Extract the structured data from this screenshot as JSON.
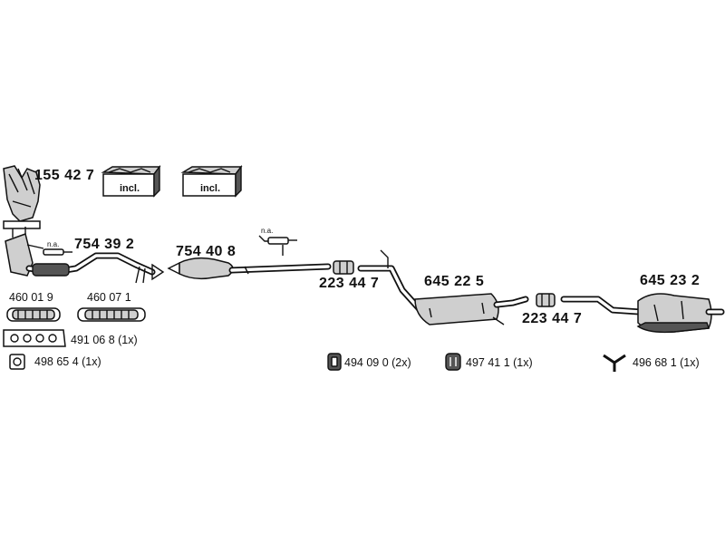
{
  "parts": {
    "manifold": "155 42 7",
    "catalytic_front": "754 39 2",
    "catalytic_middle": "754 40 8",
    "clamp_front": "223 44 7",
    "middle_silencer": "645 22 5",
    "clamp_rear": "223 44 7",
    "rear_silencer": "645 23 2",
    "flex_pipe_a": "460 01 9",
    "flex_pipe_b": "460 07 1",
    "gasket_manifold": "491 06 8 (1x)",
    "gasket_flange": "498 65 4 (1x)",
    "rubber_mount_a": "494 09 0 (2x)",
    "rubber_mount_b": "497 41 1 (1x)",
    "holder": "496 68 1 (1x)"
  },
  "kits": {
    "kit_1_label": "incl.",
    "kit_2_label": "incl."
  },
  "sensors": {
    "sensor_1_label": "n.a.",
    "sensor_2_label": "n.a."
  }
}
